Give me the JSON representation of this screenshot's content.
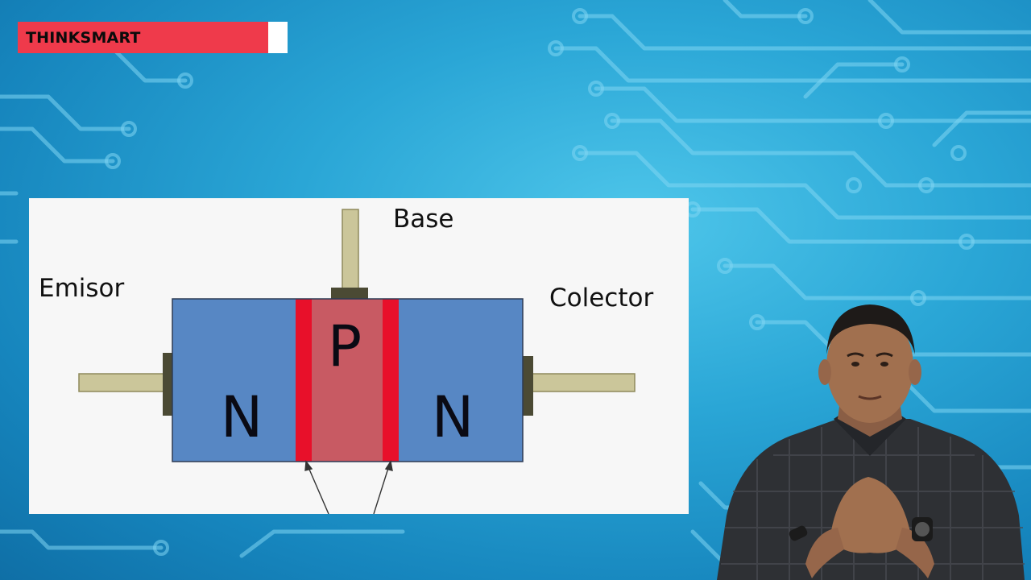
{
  "brand": {
    "name": "THINKSMART"
  },
  "diagram": {
    "labels": {
      "emitter": "Emisor",
      "base": "Base",
      "collector": "Colector"
    },
    "regions": {
      "left": "N",
      "middle": "P",
      "right": "N"
    }
  },
  "colors": {
    "background": "#2aa6d6",
    "brand_red": "#ef3a4b",
    "n_region": "#5787c4",
    "p_region": "#c85a63",
    "junction": "#e8102a",
    "terminal": "#cbc69a"
  }
}
